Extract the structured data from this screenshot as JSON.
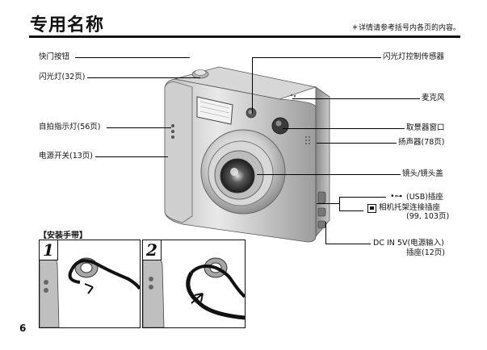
{
  "page": {
    "title": "专用名称",
    "note": "＊详情请参考括号内各页的内容。",
    "page_number": "6"
  },
  "labels_left": {
    "shutter": "快门按钮",
    "flash": "闪光灯(32页)",
    "self_timer_lamp": "自拍指示灯(56页)",
    "power_switch": "电源开关(13页)"
  },
  "labels_right": {
    "flash_sensor": "闪光灯控制传感器",
    "microphone": "麦克风",
    "viewfinder": "取景器窗口",
    "speaker": "扬声器(78页)",
    "lens": "镜头/镜头盖",
    "usb_socket": "(USB)插座",
    "cradle_socket_line1": "相机托架连接插座",
    "cradle_socket_line2": "(99, 103页)",
    "dc_in_line1": "DC IN 5V(电源输入)",
    "dc_in_line2": "插座(12页)"
  },
  "strap": {
    "title": "【安装手带】",
    "step1": "1",
    "step2": "2"
  }
}
